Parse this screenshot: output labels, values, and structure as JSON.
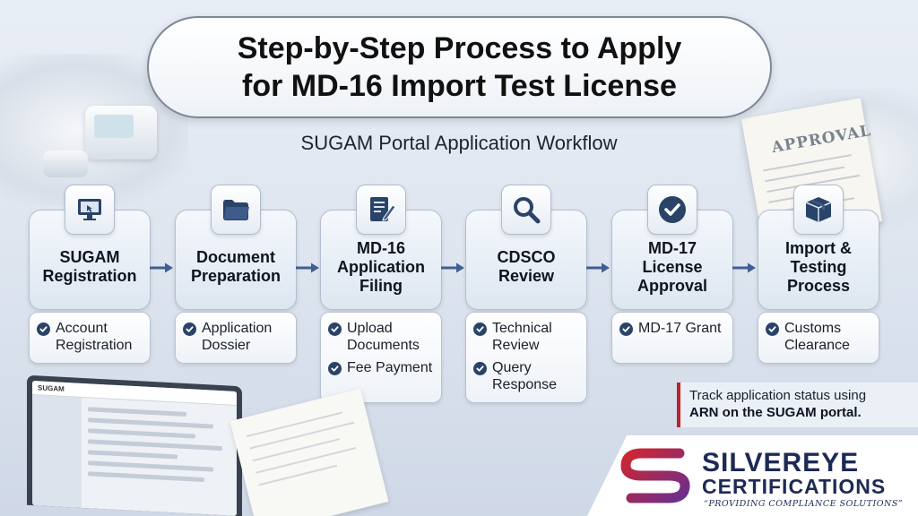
{
  "title_line1": "Step-by-Step Process to Apply",
  "title_line2": "for MD-16 Import Test License",
  "subtitle": "SUGAM Portal Application Workflow",
  "steps": [
    {
      "title_lines": [
        "SUGAM",
        "Registration"
      ],
      "icon": "computer-icon",
      "items": [
        "Account Registration"
      ]
    },
    {
      "title_lines": [
        "Document",
        "Preparation"
      ],
      "icon": "folder-icon",
      "items": [
        "Application Dossier"
      ]
    },
    {
      "title_lines": [
        "MD-16",
        "Application",
        "Filing"
      ],
      "icon": "form-edit-icon",
      "items": [
        "Upload Documents",
        "Fee Payment"
      ]
    },
    {
      "title_lines": [
        "CDSCO",
        "Review"
      ],
      "icon": "magnifier-icon",
      "items": [
        "Technical Review",
        "Query Response"
      ]
    },
    {
      "title_lines": [
        "MD-17",
        "License",
        "Approval"
      ],
      "icon": "checkmark-icon",
      "items": [
        "MD-17 Grant"
      ]
    },
    {
      "title_lines": [
        "Import &",
        "Testing",
        "Process"
      ],
      "icon": "package-icon",
      "items": [
        "Customs Clearance"
      ]
    }
  ],
  "track_note_line1": "Track application status using",
  "track_note_line2": "ARN on the SUGAM portal.",
  "brand_name": "SILVEREYE",
  "brand_sub": "CERTIFICATIONS",
  "tagline": "“PROVIDING COMPLIANCE SOLUTIONS”",
  "approval_stamp": "APPROVAL",
  "laptop_header": "SUGAM",
  "colors": {
    "navy": "#2a4368",
    "brand": "#1d2a55",
    "accent_red": "#c0202b",
    "logo_purple": "#6a2f8e"
  }
}
